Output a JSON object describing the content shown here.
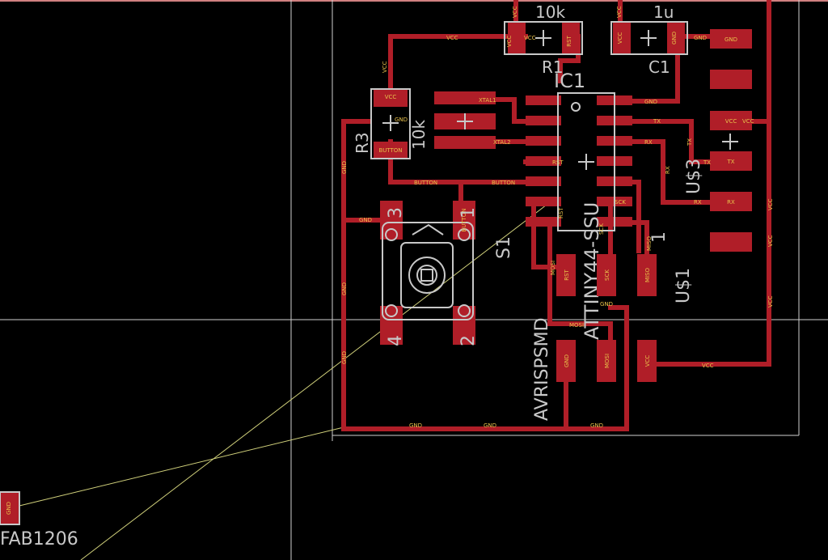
{
  "components": {
    "r1": {
      "name": "R1",
      "value": "10k"
    },
    "c1": {
      "name": "C1",
      "value": "1u"
    },
    "r3": {
      "name": "R3",
      "value": "10k"
    },
    "ic1": {
      "name": "IC1",
      "value": "ATTINY44-SSU"
    },
    "s1": {
      "name": "S1",
      "pin1": "1",
      "pin2": "2",
      "pin3": "3",
      "pin4": "4"
    },
    "u3": {
      "name": "U$3"
    },
    "u1": {
      "name": "U$1",
      "pin1": "1"
    },
    "avr": {
      "name": "AVRISPSMD"
    },
    "fab": {
      "name": "FAB1206"
    }
  },
  "pads": {
    "vcc": "VCC",
    "gnd": "GND",
    "rst": "RST",
    "button": "BUTTON",
    "tx": "TX",
    "rx": "RX",
    "sck": "SCK",
    "miso": "MISO",
    "mosi": "MOSI"
  },
  "nets": {
    "vcc": "VCC",
    "gnd": "GND",
    "xtal1": "XTAL1",
    "xtal2": "XTAL2",
    "button": "BUTTON",
    "tx": "TX",
    "rx": "RX",
    "rst": "RST",
    "mosi": "MOSI",
    "sck": "SCK",
    "miso": "MISO"
  }
}
